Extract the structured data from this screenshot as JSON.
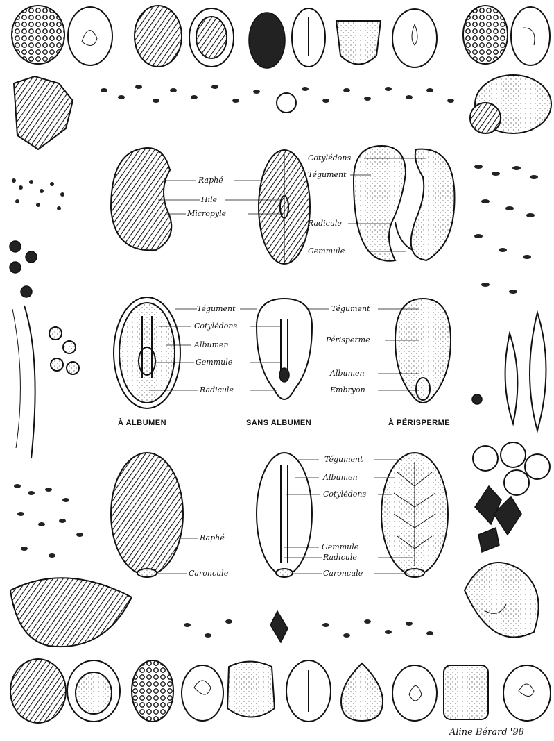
{
  "row1": {
    "labels": [
      "Raphé",
      "Hile",
      "Micropyle",
      "Cotylédons",
      "Tégument",
      "Radicule",
      "Gemmule"
    ]
  },
  "row2": {
    "left_labels": [
      "Tégument",
      "Cotylédons",
      "Albumen",
      "Gemmule",
      "Radicule"
    ],
    "right_labels": [
      "Tégument",
      "Périsperme",
      "Albumen",
      "Embryon"
    ],
    "captions": [
      "À ALBUMEN",
      "SANS ALBUMEN",
      "À PÉRISPERME"
    ]
  },
  "row3": {
    "left_labels": [
      "Raphé",
      "Caroncule"
    ],
    "right_labels": [
      "Tégument",
      "Albumen",
      "Cotylédons",
      "Gemmule",
      "Radicule",
      "Caroncule"
    ]
  },
  "signature": "Aline Bérard '98",
  "colors": {
    "ink": "#111111",
    "paper": "#ffffff"
  }
}
